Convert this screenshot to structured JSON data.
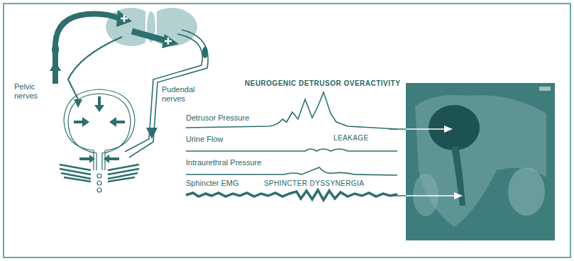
{
  "diagram": {
    "title": "NEUROGENIC DETRUSOR OVERACTIVITY",
    "labels": [
      "Pelvic nerves",
      "Pudendal nerves",
      "Detrusor Pressure",
      "Urine Flow",
      "LEAKAGE",
      "Intraurethral Pressure",
      "Sphincter EMG",
      "SPHINCTER DYSSYNERGIA"
    ]
  }
}
